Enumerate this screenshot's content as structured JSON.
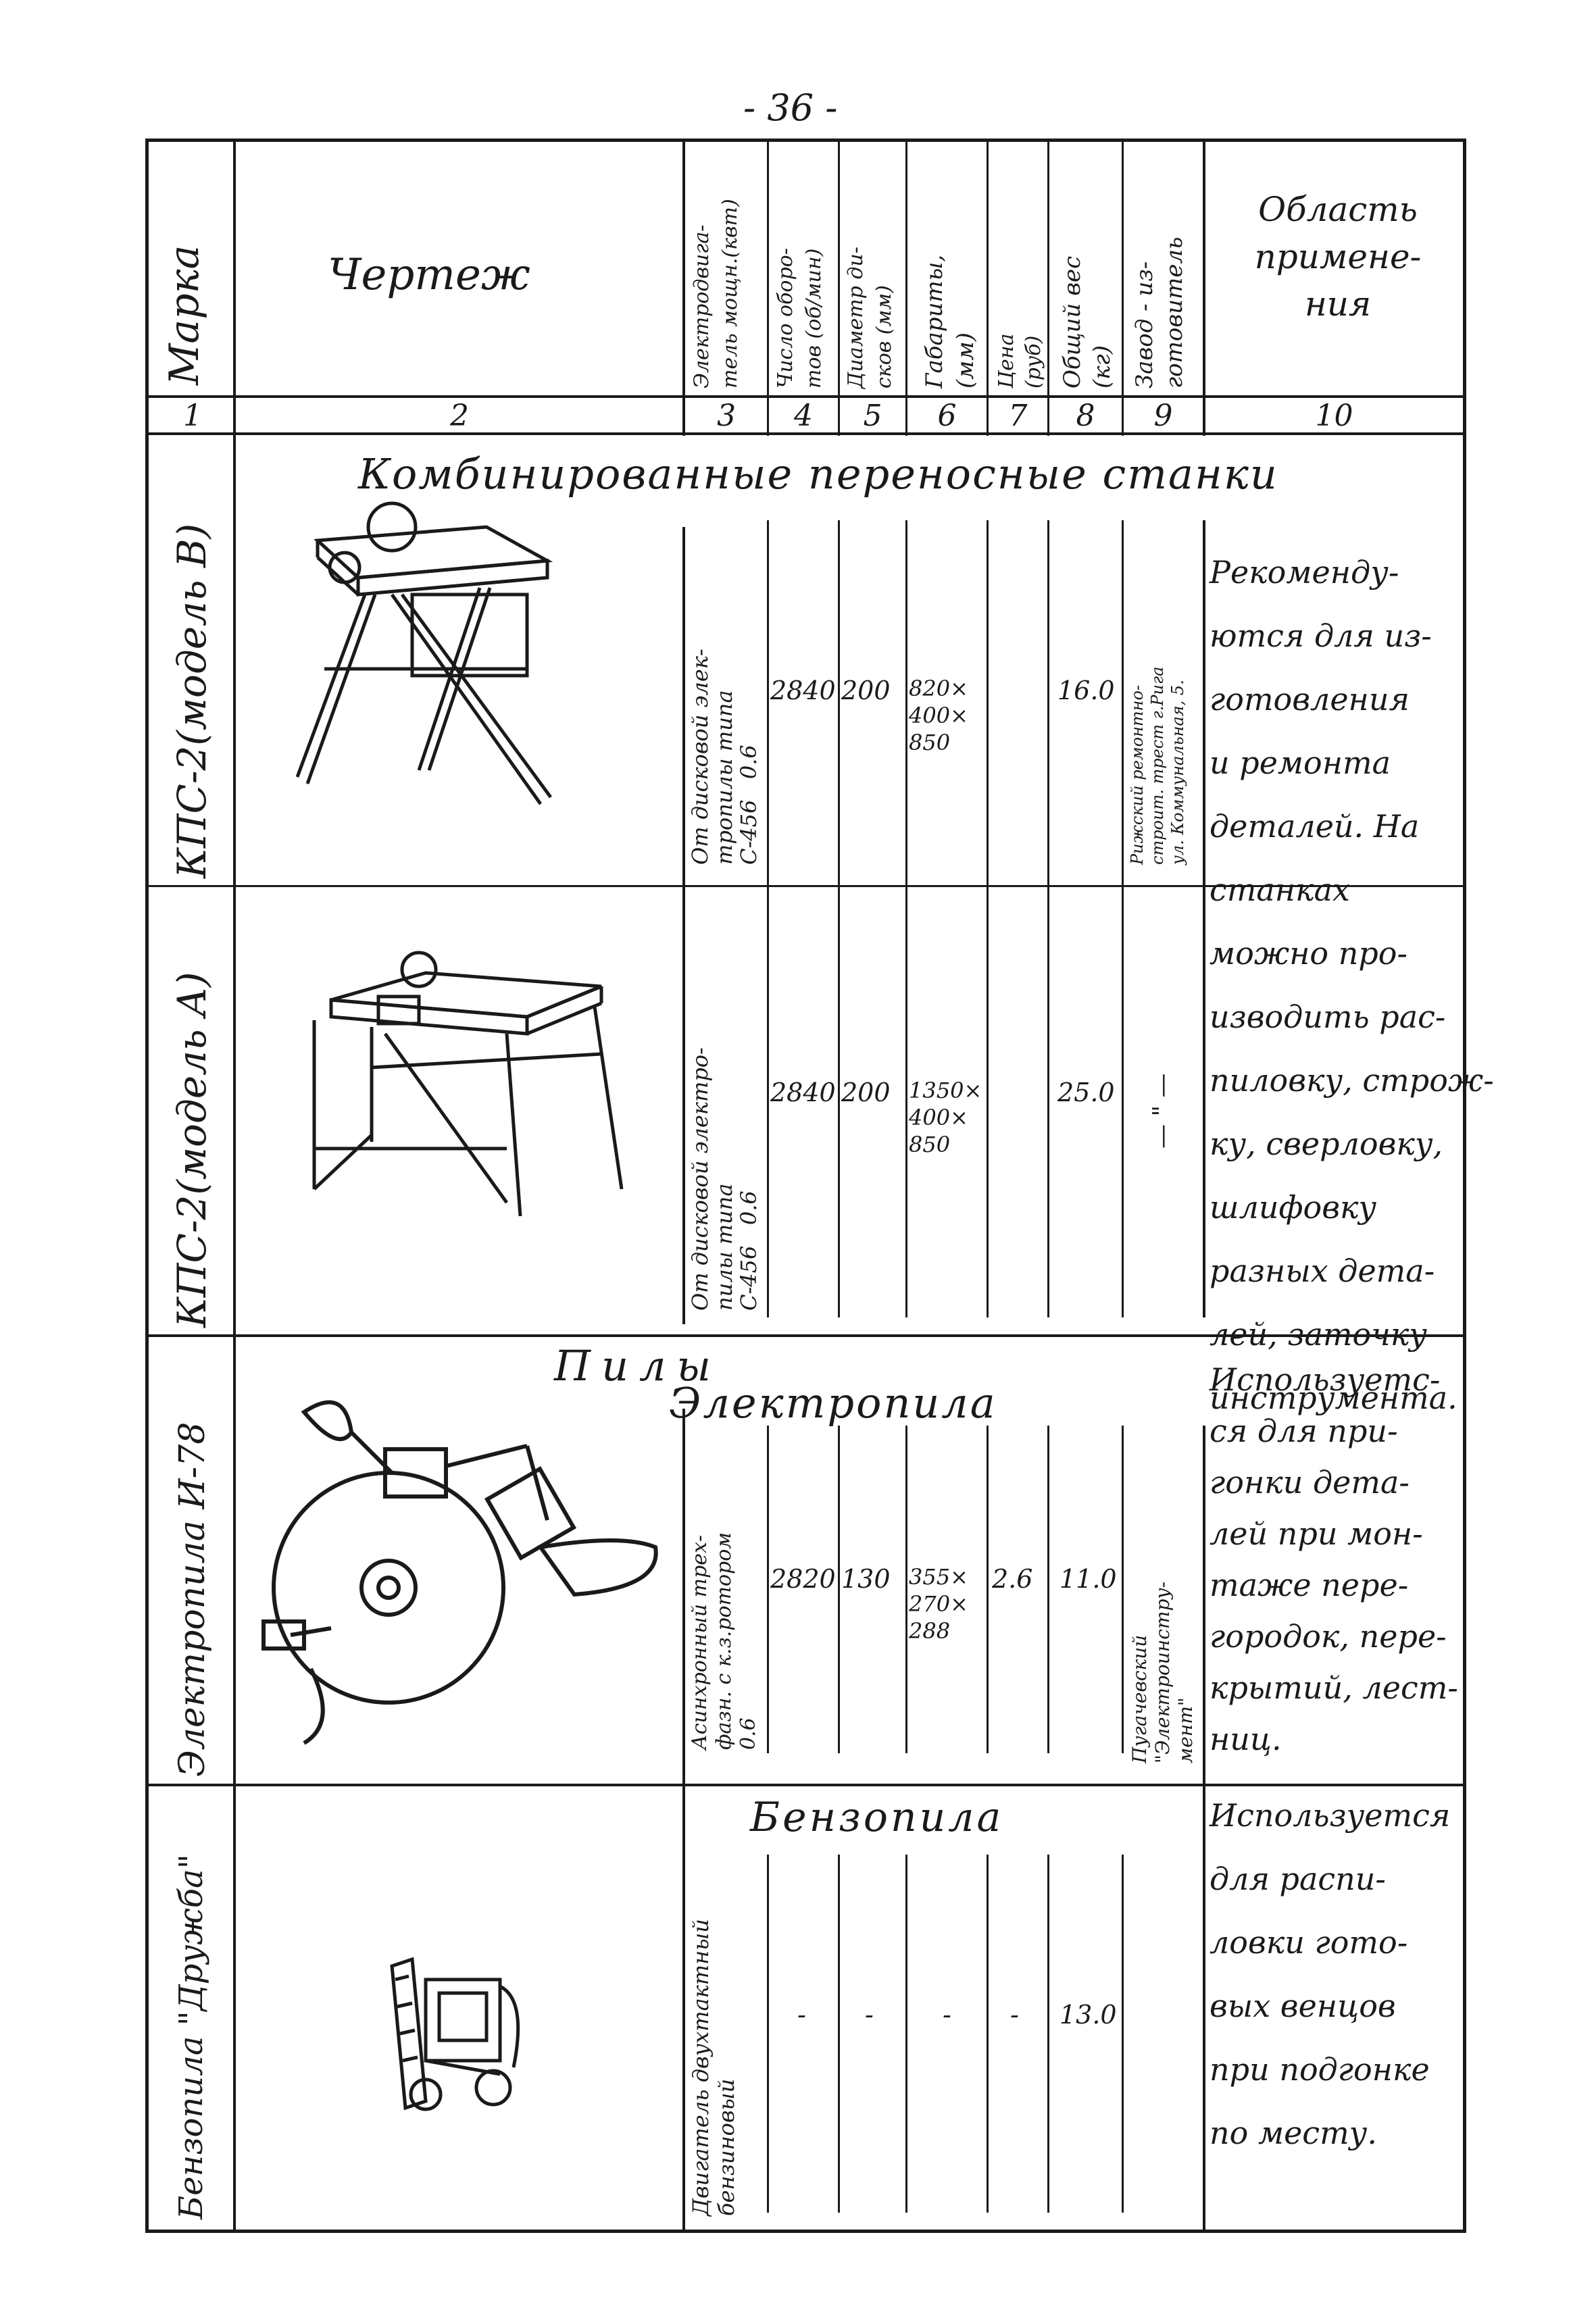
{
  "page_number": "- 36 -",
  "header": {
    "col1": "Марка",
    "col2": "Чертеж",
    "col3": "Электродвига-\nтель мощн.(квт)",
    "col4": "Число оборо-\nтов (об/мин)",
    "col5": "Диаметр ди-\nсков (мм)",
    "col6": "Габариты,\n(мм)",
    "col7": "Цена\n(руб)",
    "col8": "Общий вес\n(кг)",
    "col9": "Завод - из-\nготовитель",
    "col10": "Область\nпримене-\nния"
  },
  "col_numbers": [
    "1",
    "2",
    "3",
    "4",
    "5",
    "6",
    "7",
    "8",
    "9",
    "10"
  ],
  "sections": {
    "combined": "Комбинированные переносные станки",
    "saws": "Пилы",
    "electric_saw": "Электропила",
    "gas_saw": "Бензопила"
  },
  "rows": [
    {
      "mark": "КПС-2(модель В)",
      "motor": "От дисковой элек-\nтропилы типа\nС-456   0.6",
      "rpm": "2840",
      "disk": "200",
      "dims": [
        "820×",
        "400×",
        "850"
      ],
      "price": "",
      "weight": "16.0",
      "maker": "Рижский ремонтно-\nстроит. трест г.Рига\nул. Коммунальная, 5."
    },
    {
      "mark": "КПС-2(модель А)",
      "motor": "От дисковой электро-\nпилы типа\nС-456   0.6",
      "rpm": "2840",
      "disk": "200",
      "dims": [
        "1350×",
        "400×",
        "850"
      ],
      "price": "",
      "weight": "25.0",
      "maker": "— \" —"
    },
    {
      "mark": "Электропила И-78",
      "motor": "Асинхронный трех-\nфазн. с к.з.ротором\n0.6",
      "rpm": "2820",
      "disk": "130",
      "dims": [
        "355×",
        "270×",
        "288"
      ],
      "price": "2.6",
      "weight": "11.0",
      "maker": "Пугачевский\n\"Электроинстру-\nмент\""
    },
    {
      "mark": "Бензопила \"Дружба\"",
      "motor": "Двигатель двухтактный\nбензиновый",
      "rpm": "-",
      "disk": "-",
      "dims": [
        "-"
      ],
      "price": "-",
      "weight": "13.0",
      "maker": ""
    }
  ],
  "application": {
    "combined": [
      "Рекоменду-",
      "ются для из-",
      "готовления",
      "и ремонта",
      "деталей. На",
      "станках",
      "можно про-",
      "изводить рас-",
      "пиловку, строж-",
      "ку, сверловку,",
      "шлифовку",
      "разных дета-",
      "лей, заточку",
      "инструмента."
    ],
    "electric": [
      "Используетс-",
      "ся для при-",
      "гонки дета-",
      "лей при мон-",
      "таже пере-",
      "городок, пере-",
      "крытий, лест-",
      "ниц."
    ],
    "gas": [
      "Используется",
      "для распи-",
      "ловки гото-",
      "вых венцов",
      "при подгонке",
      "по месту."
    ]
  }
}
